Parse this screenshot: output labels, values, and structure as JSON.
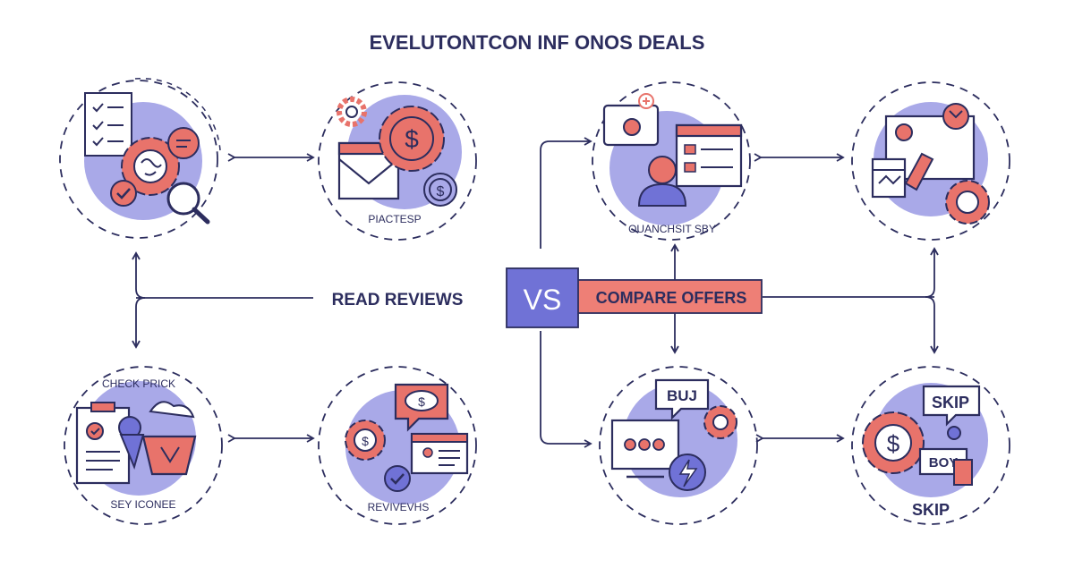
{
  "title": "EVELUTONTCON INF ONOS DEALS",
  "center": {
    "vs_label": "VS",
    "read_reviews": "READ REVIEWS",
    "compare_offers": "COMPARE OFFERS"
  },
  "nodes": {
    "research": {
      "caption": ""
    },
    "pricing": {
      "caption": "PIACTESP"
    },
    "agent": {
      "caption": "OUANCHSIT SBY"
    },
    "mailbox": {
      "caption": ""
    },
    "checklist": {
      "top_caption": "CHECK PRICK",
      "caption": "SEY ICONEE"
    },
    "reviews": {
      "caption": "REVIVEVHS"
    },
    "buy": {
      "bubble": "BUJ",
      "caption": ""
    },
    "skip": {
      "bubble": "SKIP",
      "tag": "BOY",
      "caption": "SKIP"
    }
  },
  "colors": {
    "navy": "#2c2d5e",
    "lavender": "#a9a9e8",
    "coral": "#e8736b",
    "vs_box": "#7072d6",
    "compare_box": "#ee7f76"
  }
}
